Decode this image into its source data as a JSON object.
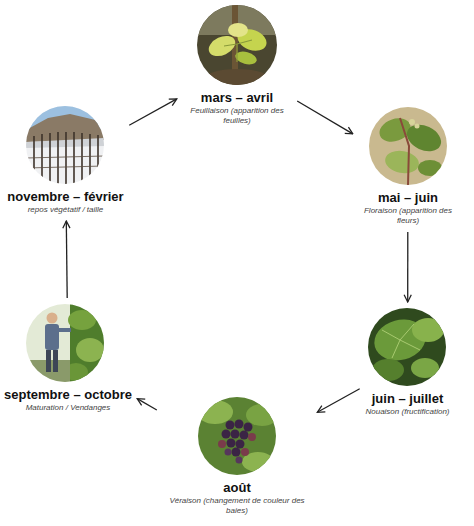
{
  "diagram": {
    "nodes": [
      {
        "text": [
          "mars – avril",
          "Feuillaison (apparition des feuilles)"
        ]
      },
      {
        "text": [
          "mai – juin",
          "Floraison (apparition des fleurs)"
        ]
      },
      {
        "text": [
          "juin – juillet",
          "Nouaison (fructification)"
        ]
      },
      {
        "text": [
          "août",
          "Véraison (changement de couleur des baies)"
        ]
      },
      {
        "text": [
          "septembre – octobre",
          "Maturation / Vendanges"
        ]
      },
      {
        "text": [
          "novembre – février",
          "repos végétatif / taille"
        ]
      }
    ],
    "edges": [
      {
        "from": 0,
        "to": 1,
        "arrow": "to"
      },
      {
        "from": 1,
        "to": 2,
        "arrow": "to"
      },
      {
        "from": 2,
        "to": 3,
        "arrow": "to"
      },
      {
        "from": 3,
        "to": 4,
        "arrow": "to"
      },
      {
        "from": 4,
        "to": 5,
        "arrow": "to"
      },
      {
        "from": 5,
        "to": 0,
        "arrow": "to"
      }
    ]
  }
}
